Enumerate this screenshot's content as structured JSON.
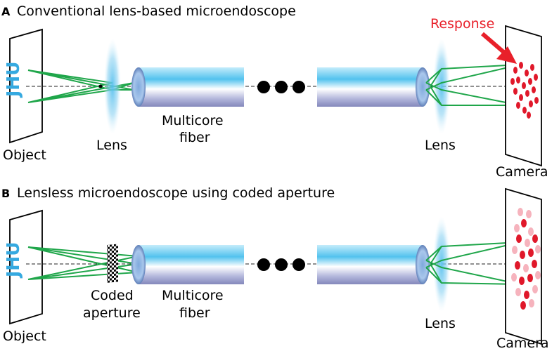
{
  "panel_a": {
    "letter": "A",
    "title": "Conventional lens-based microendoscope",
    "object_label": "Object",
    "object_text": "JHU",
    "lens_left_label": "Lens",
    "fiber_label_line1": "Multicore",
    "fiber_label_line2": "fiber",
    "lens_right_label": "Lens",
    "camera_label": "Camera",
    "response_label": "Response"
  },
  "panel_b": {
    "letter": "B",
    "title": "Lensless microendoscope using coded aperture",
    "object_label": "Object",
    "object_text": "JHU",
    "aperture_label_line1": "Coded",
    "aperture_label_line2": "aperture",
    "fiber_label_line1": "Multicore",
    "fiber_label_line2": "fiber",
    "lens_right_label": "Lens",
    "camera_label": "Camera"
  },
  "colors": {
    "ray": "#1fa64a",
    "lens": "#8ed3f2",
    "fiber": "#9fd9f2",
    "response": "#e8202a",
    "speckle_dark": "#e0182a",
    "speckle_light": "#f6b3bd",
    "object_text": "#35a9e0"
  },
  "icons": {
    "ellipsis": "three-dots-icon",
    "arrow": "red-arrow-icon"
  }
}
